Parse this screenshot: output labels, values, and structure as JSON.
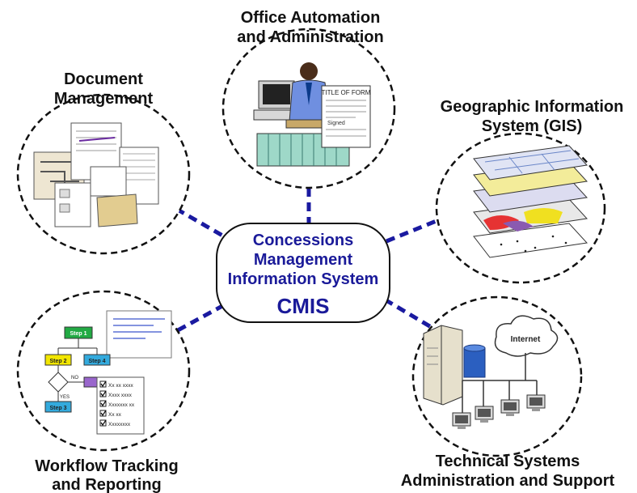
{
  "center": {
    "line1": "Concessions",
    "line2": "Management",
    "line3": "Information System",
    "acronym": "CMIS"
  },
  "modules": {
    "office": {
      "line1": "Office Automation",
      "line2": "and Administration",
      "form_title": "TITLE OF FORM",
      "form_sign": "Signed"
    },
    "document": {
      "line1": "Document",
      "line2": "Management"
    },
    "gis": {
      "line1": "Geographic Information",
      "line2": "System (GIS)"
    },
    "workflow": {
      "line1": "Workflow Tracking",
      "line2": "and Reporting",
      "step1": "Step 1",
      "step2": "Step 2",
      "step3": "Step 3",
      "step4": "Step 4",
      "no": "NO",
      "yes": "YES",
      "checklist": [
        "Xx xx xxxx",
        "Xxxx xxxx",
        "Xxxxxxx xx",
        "Xx xx",
        "Xxxxxxxx"
      ]
    },
    "technical": {
      "line1": "Technical Systems",
      "line2": "Administration and Support",
      "cloud": "Internet"
    }
  },
  "colors": {
    "connector": "#1a1aa0",
    "center_text": "#1a1a99",
    "step_green": "#22aa44",
    "step_yellow": "#f2e600",
    "step_blue": "#33aadd",
    "step_purple": "#9966cc"
  }
}
